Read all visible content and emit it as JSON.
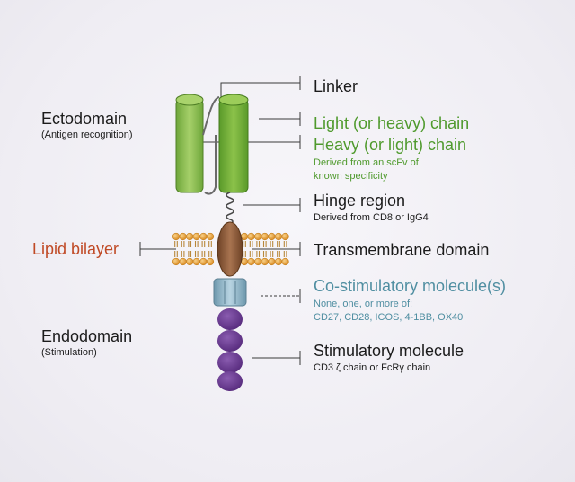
{
  "left_labels": {
    "ectodomain": {
      "title": "Ectodomain",
      "subtitle": "(Antigen recognition)"
    },
    "lipid_bilayer": "Lipid bilayer",
    "endodomain": {
      "title": "Endodomain",
      "subtitle": "(Stimulation)"
    }
  },
  "right_labels": {
    "linker": "Linker",
    "light_chain": "Light (or heavy) chain",
    "heavy_chain": {
      "title": "Heavy (or light) chain",
      "note_line1": "Derived from an scFv of",
      "note_line2": "known specificity"
    },
    "hinge": {
      "title": "Hinge region",
      "note": "Derived from CD8 or IgG4"
    },
    "transmembrane": "Transmembrane domain",
    "costim": {
      "title": "Co-stimulatory molecule(s)",
      "note_line1": "None, one, or more of:",
      "note_line2": "CD27, CD28, ICOS, 4-1BB, OX40"
    },
    "stimulatory": {
      "title": "Stimulatory molecule",
      "note": "CD3 ζ chain or FcRγ chain"
    }
  },
  "colors": {
    "green_label": "#4f9a2d",
    "teal_label": "#4f8ea1",
    "red_label": "#c04a26",
    "scfv_light": "#92c34f",
    "scfv_heavy": "#72b13a",
    "lipid": "#e8a23c",
    "transmembrane": "#8a5a3a",
    "costim": "#8fb6c8",
    "stimulatory": "#6b3d8f"
  }
}
